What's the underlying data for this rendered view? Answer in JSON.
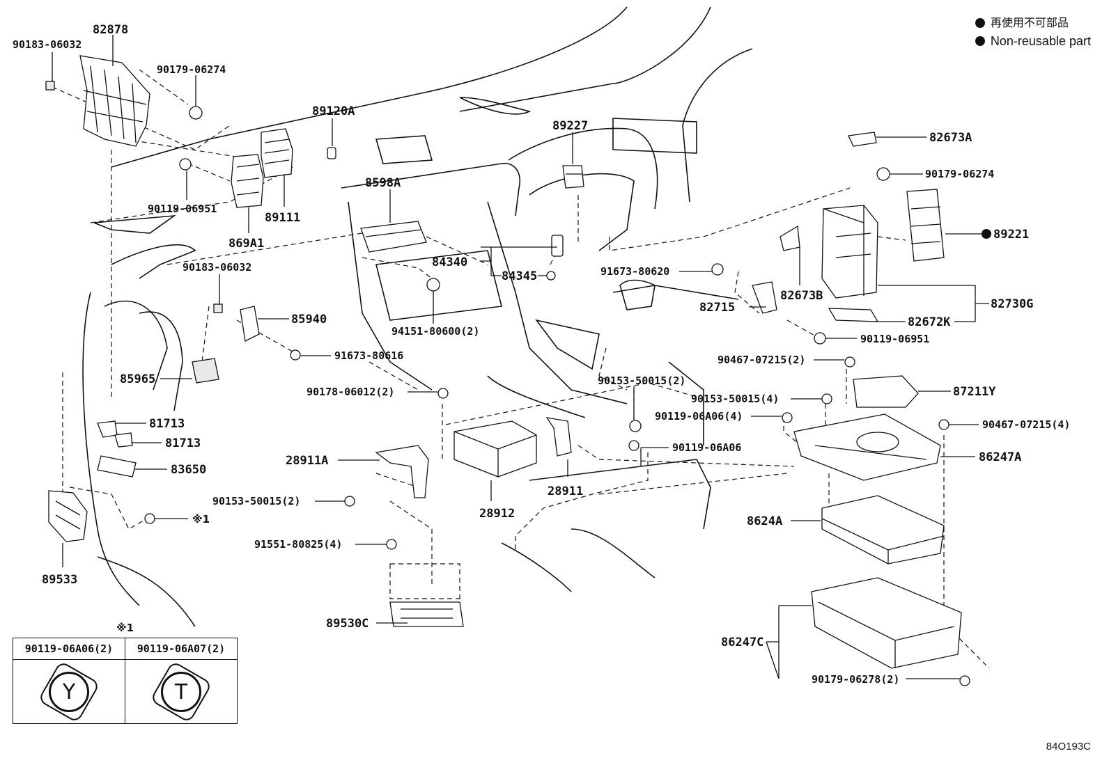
{
  "legend": {
    "japanese": "再使用不可部品",
    "english": "Non-reusable part"
  },
  "labels": {
    "p82878": "82878",
    "p90183a": "90183-06032",
    "p90179a": "90179-06274",
    "p89120A": "89120A",
    "p89227": "89227",
    "p82673A": "82673A",
    "p90179b": "90179-06274",
    "p89221": "89221",
    "p90119a": "90119-06951",
    "p89111": "89111",
    "p869A1": "869A1",
    "p8598A": "8598A",
    "p84340": "84340",
    "p84345": "84345",
    "p91673a": "91673-80620",
    "p82673B": "82673B",
    "p82715": "82715",
    "p82730G": "82730G",
    "p82672K": "82672K",
    "p90119b": "90119-06951",
    "p90183b": "90183-06032",
    "p85940": "85940",
    "p94151": "94151-80600(2)",
    "p91673b": "91673-80616",
    "p90467a": "90467-07215(2)",
    "p85965": "85965",
    "p90153a": "90153-50015(2)",
    "p90178": "90178-06012(2)",
    "p87211Y": "87211Y",
    "p90153b": "90153-50015(4)",
    "p90119c": "90119-06A06(4)",
    "p90467b": "90467-07215(4)",
    "p81713a": "81713",
    "p81713b": "81713",
    "p90119d": "90119-06A06",
    "p86247A": "86247A",
    "p83650": "83650",
    "p28911A": "28911A",
    "p28911": "28911",
    "p90153c": "90153-50015(2)",
    "p28912": "28912",
    "p8624A": "8624A",
    "pnote": "※1",
    "p89533": "89533",
    "p91551": "91551-80825(4)",
    "p89530C": "89530C",
    "p86247C": "86247C",
    "p90179c": "90179-06278(2)"
  },
  "note": {
    "mark": "※1",
    "col1": "90119-06A06(2)",
    "col2": "90119-06A07(2)",
    "sym1": "Y",
    "sym2": "T"
  },
  "figure_code": "84O193C"
}
